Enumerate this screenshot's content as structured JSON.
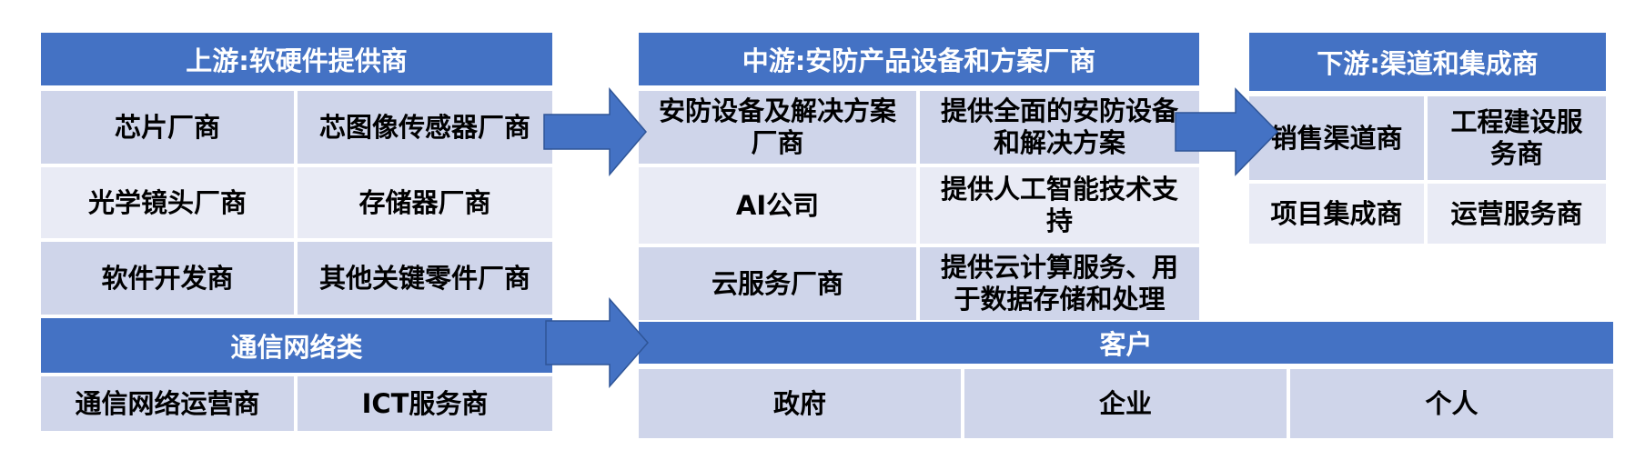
{
  "upstream": {
    "title": "上游:软硬件提供商",
    "items": [
      "芯片厂商",
      "芯图像传感器厂商",
      "光学镜头厂商",
      "存储器厂商",
      "软件开发商",
      "其他关键零件厂商"
    ]
  },
  "network": {
    "title": "通信网络类",
    "items": [
      "通信网络运营商",
      "ICT服务商"
    ]
  },
  "midstream": {
    "title": "中游:安防产品设备和方案厂商",
    "rows": [
      {
        "name": "安防设备及解决方案厂商",
        "desc": "提供全面的安防设备和解决方案"
      },
      {
        "name": "AI公司",
        "desc": "提供人工智能技术支持"
      },
      {
        "name": "云服务厂商",
        "desc": "提供云计算服务、用于数据存储和处理"
      }
    ]
  },
  "downstream": {
    "title": "下游:渠道和集成商",
    "items": [
      "销售渠道商",
      "工程建设服务商",
      "项目集成商",
      "运营服务商"
    ]
  },
  "customers": {
    "title": "客户",
    "items": [
      "政府",
      "企业",
      "个人"
    ]
  },
  "colors": {
    "header": "#4472c4",
    "cell_dark": "#cfd5ea",
    "cell_light": "#e9ebf5",
    "arrow": "#4472c4"
  }
}
